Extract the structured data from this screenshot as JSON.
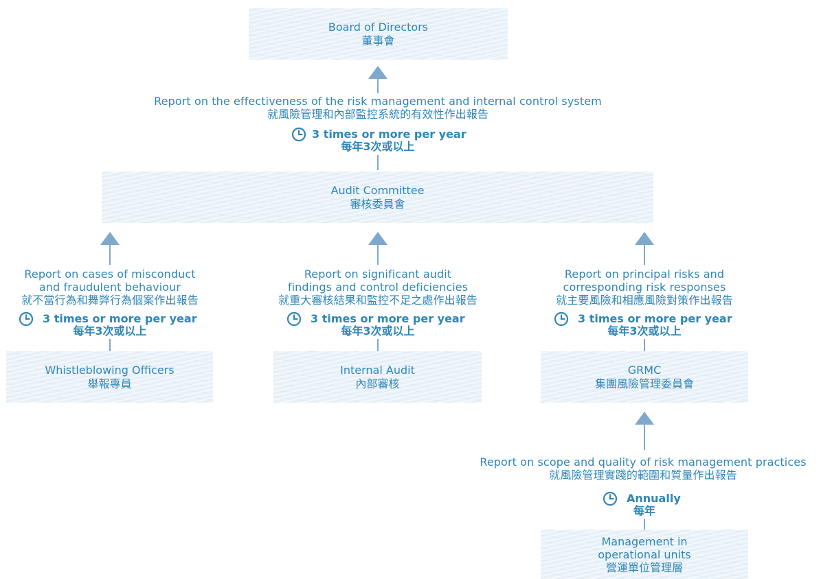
{
  "nodes": {
    "board": {
      "en": "Board of Directors",
      "zh": "董事會"
    },
    "audit_committee": {
      "en": "Audit Committee",
      "zh": "審核委員會"
    },
    "whistleblowing": {
      "en": "Whistleblowing Officers",
      "zh": "舉報專員"
    },
    "internal_audit": {
      "en": "Internal Audit",
      "zh": "內部審核"
    },
    "grmc": {
      "en": "GRMC",
      "zh": "集團風險管理委員會"
    },
    "management": {
      "en1": "Management in",
      "en2": "operational units",
      "zh": "營運單位管理層"
    }
  },
  "reports": {
    "to_board": {
      "en": "Report on the effectiveness of the risk management and internal control system",
      "zh": "就風險管理和內部監控系統的有效性作出報告",
      "freq_en": "3 times or more per year",
      "freq_zh": "每年3次或以上"
    },
    "misconduct": {
      "en1": "Report on cases of misconduct",
      "en2": "and fraudulent behaviour",
      "zh": "就不當行為和舞弊行為個案作出報告",
      "freq_en": "3 times or more per year",
      "freq_zh": "每年3次或以上"
    },
    "audit_findings": {
      "en1": "Report on significant audit",
      "en2": "findings and control deficiencies",
      "zh": "就重大審核結果和監控不足之處作出報告",
      "freq_en": "3 times or more per year",
      "freq_zh": "每年3次或以上"
    },
    "principal_risks": {
      "en1": "Report on principal risks and",
      "en2": "corresponding risk responses",
      "zh": "就主要風險和相應風險對策作出報告",
      "freq_en": "3 times or more per year",
      "freq_zh": "每年3次或以上"
    },
    "scope_quality": {
      "en": "Report on scope and quality of risk management practices",
      "zh": "就風險管理實踐的範圍和質量作出報告",
      "freq_en": "Annually",
      "freq_zh": "每年"
    }
  },
  "colors": {
    "text": "#2f86b8",
    "arrow": "#7fa8cc",
    "box": "#e9f1f8"
  },
  "icons": {
    "frequency": "clock-icon",
    "flow": "arrow-up-icon"
  }
}
